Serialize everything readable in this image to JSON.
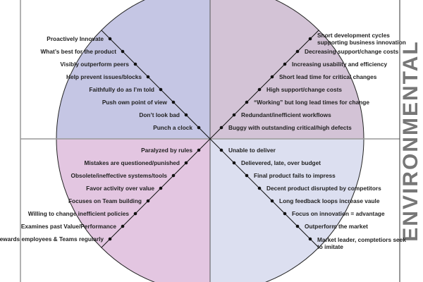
{
  "side_label": "ENVIRONMENTAL",
  "colors": {
    "top_left": "#c5c6e4",
    "top_right": "#d3c3d6",
    "bottom_left": "#e3c6e1",
    "bottom_right": "#dcdff0"
  },
  "quadrants": {
    "top_left": [
      "Proactively Innovate",
      "What’s best for the product",
      "Visibly outperform peers",
      "Help prevent issues/blocks",
      "Faithfully do as I’m told",
      "Push own point of view",
      "Don’t look bad",
      "Punch a clock"
    ],
    "top_right": [
      "Short development cycles supporting business innovation",
      "Decreasing support/change costs",
      "Increasing usability and efficiency",
      "Short lead time for critical changes",
      "High support/change costs",
      "“Working” but long lead times for change",
      "Redundant/inefficient workflows",
      "Buggy with outstanding critical/high defects"
    ],
    "bottom_left": [
      "Paralyzed by rules",
      "Mistakes are questioned/punished",
      "Obsolete/ineffective systems/tools",
      "Favor activity over value",
      "Focuses on Team building",
      "Willing to change inefficient policies",
      "Examines past Value/Performance",
      "Rewards employees & Teams regularly"
    ],
    "bottom_right": [
      "Unable to deliver",
      "Delievered, late, over budget",
      "Final product fails to impress",
      "Decent product disrupted by competitors",
      "Long feedback loops increase vaule",
      "Focus on innovation = advantage",
      "Outperform the market",
      "Market leader, comptetiors seek to imitate"
    ]
  }
}
